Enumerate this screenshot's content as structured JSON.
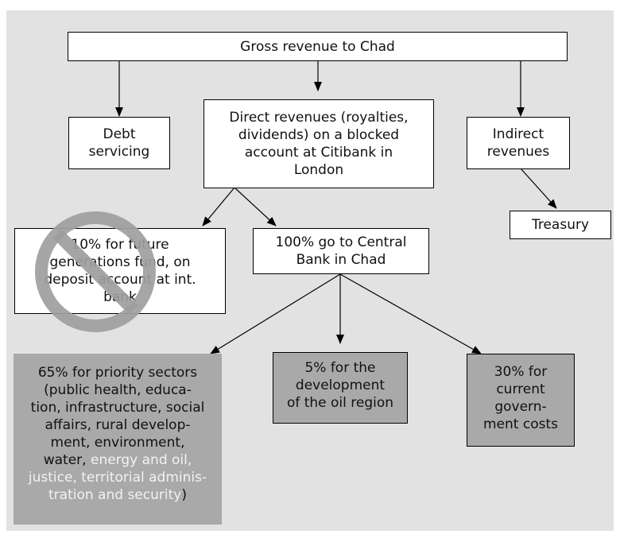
{
  "diagram": {
    "nodes": {
      "gross_revenue": {
        "label": "Gross revenue to Chad"
      },
      "debt_servicing": {
        "lines": [
          "Debt",
          "servicing"
        ]
      },
      "direct_revenues": {
        "lines": [
          "Direct revenues (royalties,",
          "dividends) on a blocked",
          "account at Citibank in",
          "London"
        ]
      },
      "indirect_revenues": {
        "lines": [
          "Indirect",
          "revenues"
        ]
      },
      "treasury": {
        "label": "Treasury"
      },
      "future_generations": {
        "lines": [
          "10% for future",
          "generations fund, on",
          "deposit account at int.",
          "bank"
        ]
      },
      "central_bank": {
        "lines": [
          "100% go to Central",
          "Bank in Chad"
        ]
      },
      "priority_sectors": {
        "lines": [
          "65% for priority sectors",
          "(public health, educa-",
          "tion, infrastructure, social",
          "affairs, rural develop-",
          "ment, environment,"
        ],
        "line6_dark": "water, ",
        "line6_light": "energy and oil,",
        "line7_light": "justice, territorial adminis-",
        "line8_light": "tration and security",
        "line8_dark": ")"
      },
      "oil_region": {
        "lines": [
          "5% for the",
          "development",
          "of the oil region"
        ]
      },
      "government_costs": {
        "lines": [
          "30% for",
          "current",
          "govern-",
          "ment costs"
        ]
      }
    },
    "colors": {
      "background": "#e2e2e2",
      "box_light": "#ffffff",
      "box_dark": "#a9a9a9",
      "highlight_text": "#f2f2f2",
      "prohibition": "#9e9e9e"
    },
    "icons": {
      "prohibition": "no-entry-icon"
    }
  }
}
